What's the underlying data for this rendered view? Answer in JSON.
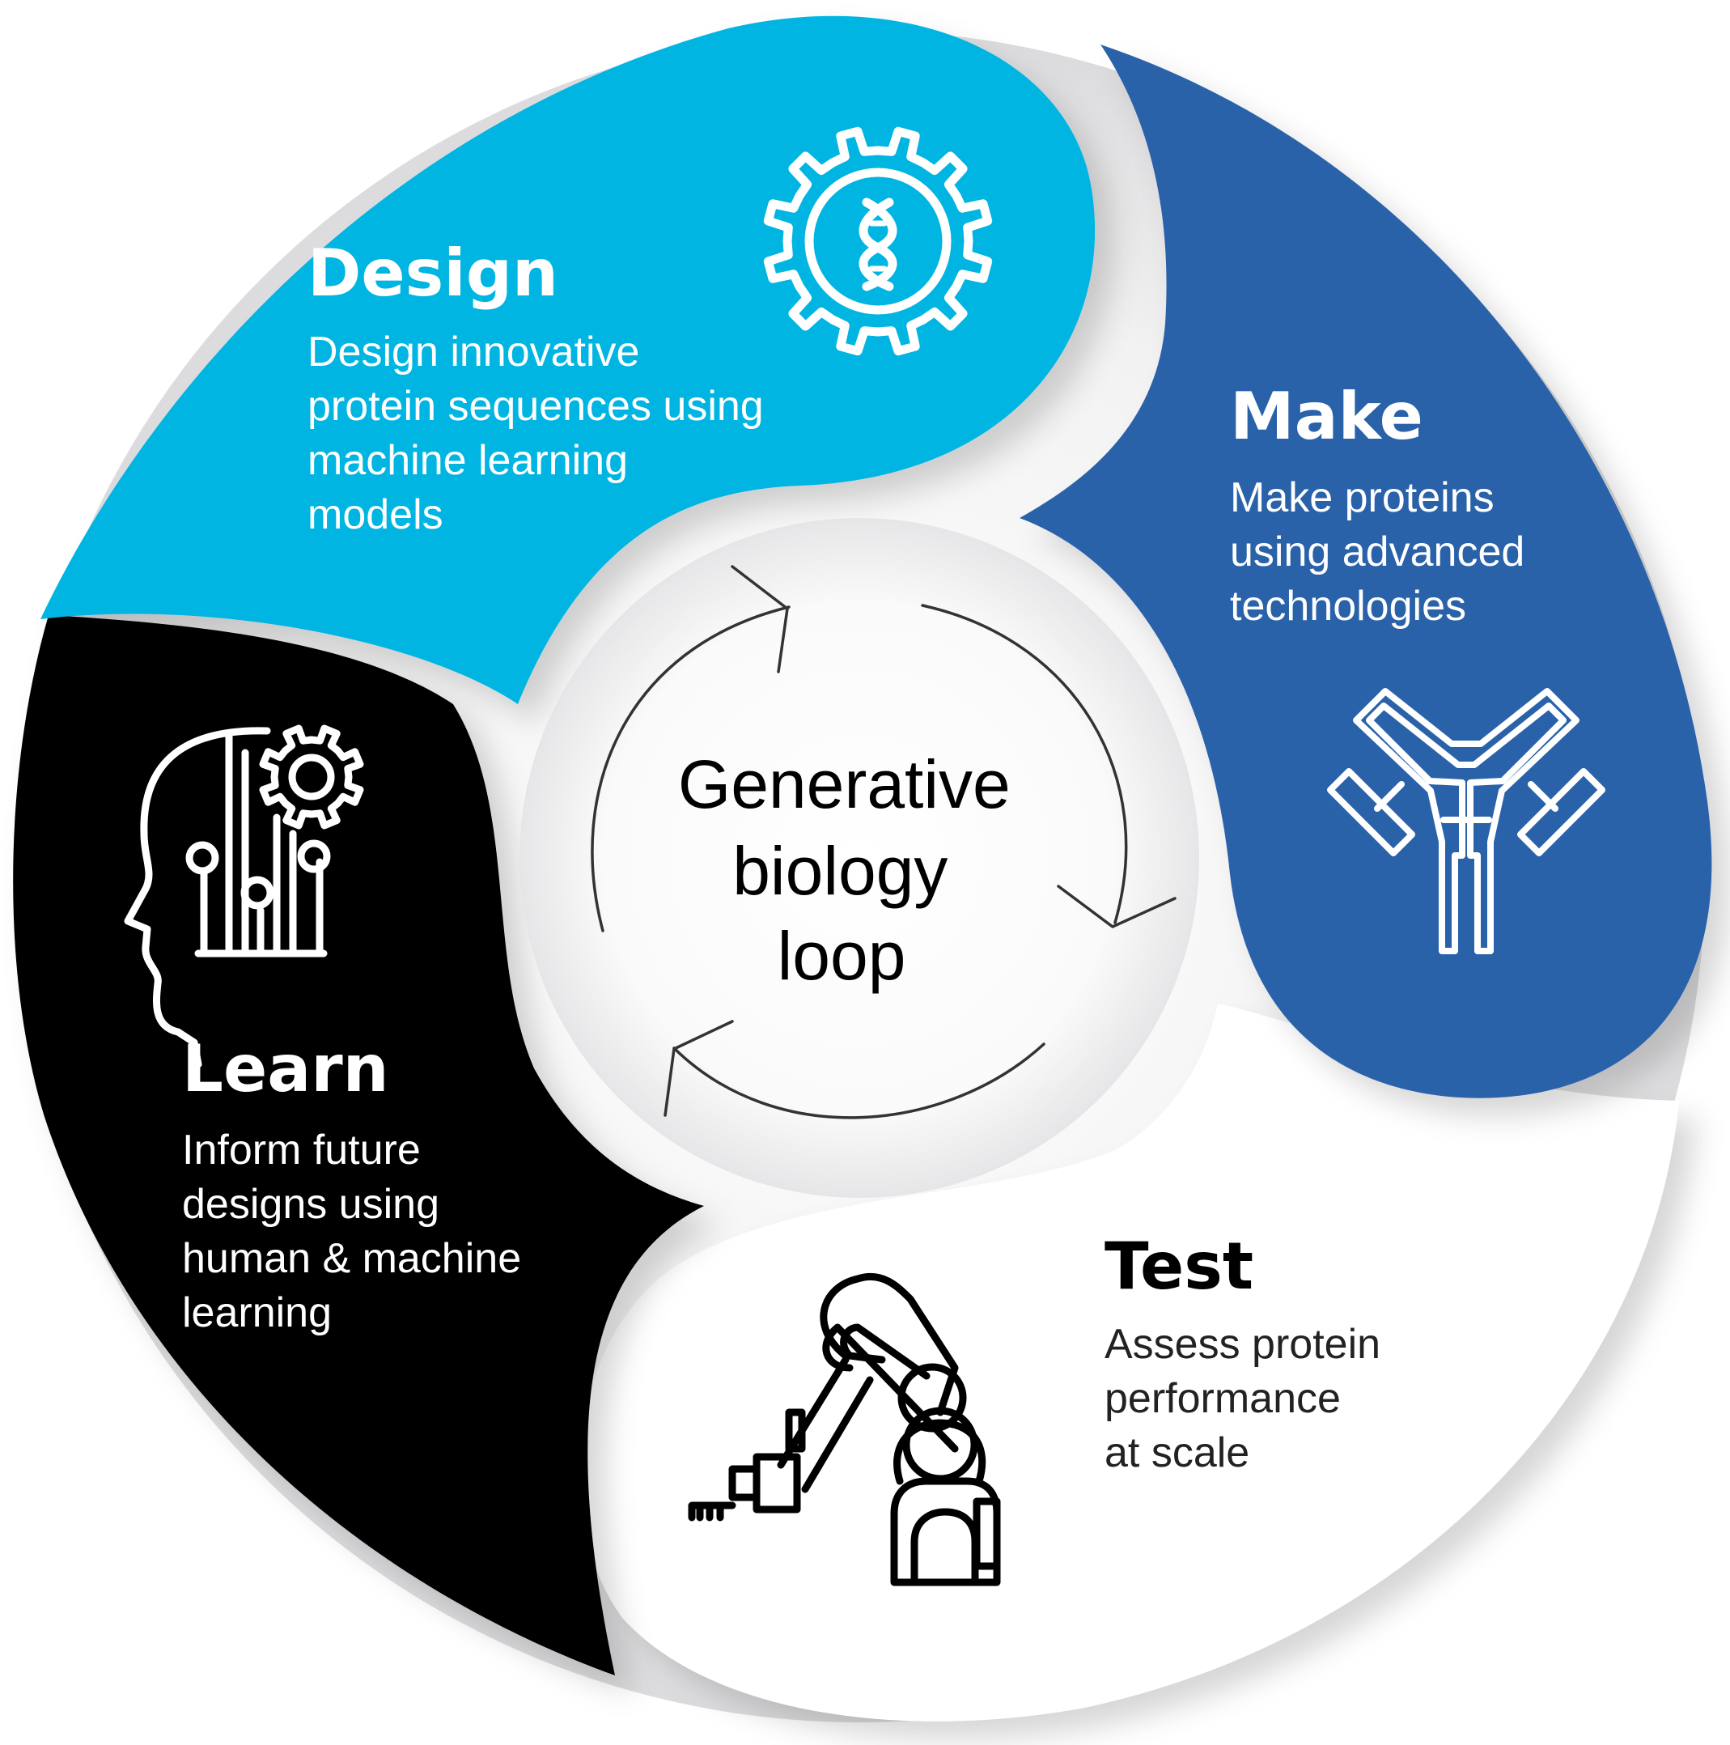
{
  "design": {
    "title": "Design",
    "lines": [
      "Design innovative",
      "protein sequences using",
      "machine learning",
      "models"
    ],
    "color": "#00b5e2",
    "icon": "gear-dna-icon"
  },
  "make": {
    "title": "Make",
    "lines": [
      "Make proteins",
      "using advanced",
      "technologies"
    ],
    "color": "#2a62aa",
    "icon": "antibody-icon"
  },
  "test": {
    "title": "Test",
    "lines": [
      "Assess protein",
      "performance",
      "at scale"
    ],
    "color": "#ffffff",
    "icon": "robotic-arm-icon"
  },
  "learn": {
    "title": "Learn",
    "lines": [
      "Inform future",
      "designs using",
      "human & machine",
      "learning"
    ],
    "color": "#000000",
    "icon": "head-circuit-gear-icon"
  },
  "center": {
    "lines": [
      "Generative",
      "biology",
      "loop"
    ]
  }
}
